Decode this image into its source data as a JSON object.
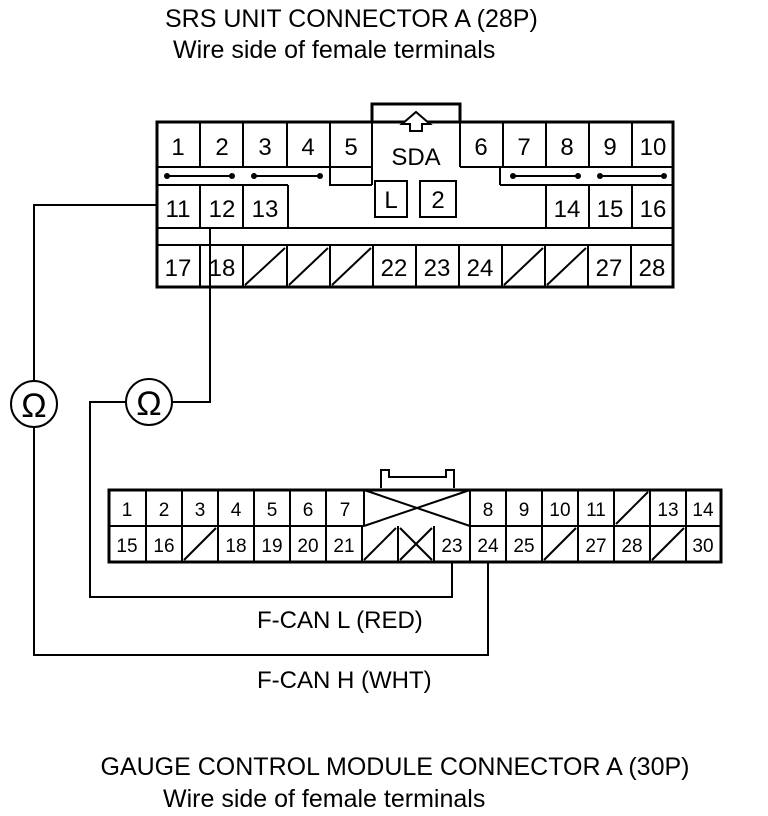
{
  "srs_connector": {
    "title": "SRS UNIT CONNECTOR A (28P)",
    "subtitle": "Wire side of female terminals",
    "sda_label": "SDA",
    "box_l": "L",
    "box_2": "2",
    "row1": [
      "1",
      "2",
      "3",
      "4",
      "5",
      "6",
      "7",
      "8",
      "9",
      "10"
    ],
    "row2": [
      "11",
      "12",
      "13",
      "14",
      "15",
      "16"
    ],
    "row3": [
      "17",
      "18",
      "22",
      "23",
      "24",
      "27",
      "28"
    ]
  },
  "gauge_connector": {
    "title": "GAUGE CONTROL MODULE CONNECTOR A (30P)",
    "subtitle": "Wire side of female terminals",
    "row1": [
      "1",
      "2",
      "3",
      "4",
      "5",
      "6",
      "7",
      "8",
      "9",
      "10",
      "11",
      "13",
      "14"
    ],
    "row2": [
      "15",
      "16",
      "18",
      "19",
      "20",
      "21",
      "23",
      "24",
      "25",
      "27",
      "28",
      "30"
    ]
  },
  "meter_symbol": "Ω",
  "wires": {
    "fcan_l": "F-CAN L (RED)",
    "fcan_h": "F-CAN H (WHT)"
  }
}
